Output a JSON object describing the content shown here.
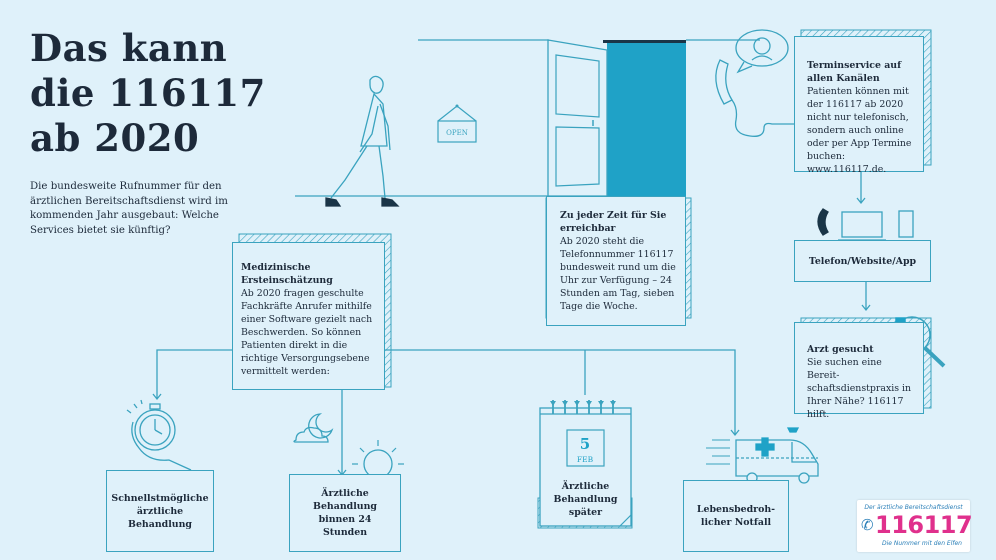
{
  "title": "Das kann die 116117 ab 2020",
  "lead": "Die bundesweite Rufnummer für den ärztlichen Bereitschaftsdienst wird im kommenden Jahr ausgebaut: Welche Services bietet sie künftig?",
  "sign_label": "OPEN",
  "colors": {
    "background": "#dff1fa",
    "line": "#3aa3bf",
    "door_fill": "#1fa2c7",
    "text": "#1d2a3a",
    "logo_pink": "#e0308c",
    "logo_blue": "#2a7fb8"
  },
  "boxes": {
    "ersteinschaetzung": {
      "heading": "Medizinische Ersteinschätzung",
      "body": "Ab 2020 fragen geschulte Fachkräfte Anrufer mithilfe einer Software gezielt nach Beschwerden. So können Patienten direkt in die richtige Versorgungsebene vermittelt werden:"
    },
    "erreichbar": {
      "heading": "Zu jeder Zeit für Sie erreichbar",
      "body": "Ab 2020 steht die Telefonnummer 116117 bundesweit rund um die Uhr zur Verfügung – 24 Stunden am Tag, sieben Tage die Woche."
    },
    "terminservice": {
      "heading": "Terminservice auf allen Kanälen",
      "body": "Patienten können mit der 116117 ab 2020 nicht nur telefonisch, sondern auch online oder per App Termine buchen: www.116117.de."
    },
    "kanal": {
      "label": "Telefon/Website/App"
    },
    "arzt": {
      "heading": "Arzt gesucht",
      "body": "Sie suchen eine Bereit-schaftsdienstpraxis in Ihrer Nähe? 116117 hilft."
    },
    "schnell": {
      "label": "Schnellstmögliche ärztliche Behandlung"
    },
    "stunden": {
      "label": "Ärztliche Behandlung binnen 24 Stunden"
    },
    "spaeter": {
      "label": "Ärztliche Behandlung später"
    },
    "notfall": {
      "label": "Lebensbedroh-licher Notfall"
    }
  },
  "calendar": {
    "day": "5",
    "month": "FEB"
  },
  "logo": {
    "top": "Der ärztliche Bereitschaftsdienst",
    "number": "116117",
    "bottom": "Die Nummer mit den Elfen"
  }
}
